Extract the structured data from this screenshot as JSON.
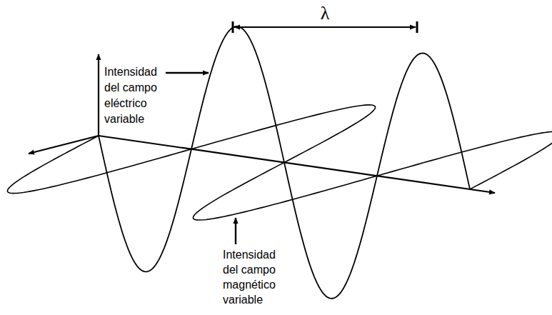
{
  "diagram": {
    "labels": [
      "λ",
      "Intensidad del campo eléctrico variable",
      "Intensidad del campo magnético variable"
    ]
  }
}
